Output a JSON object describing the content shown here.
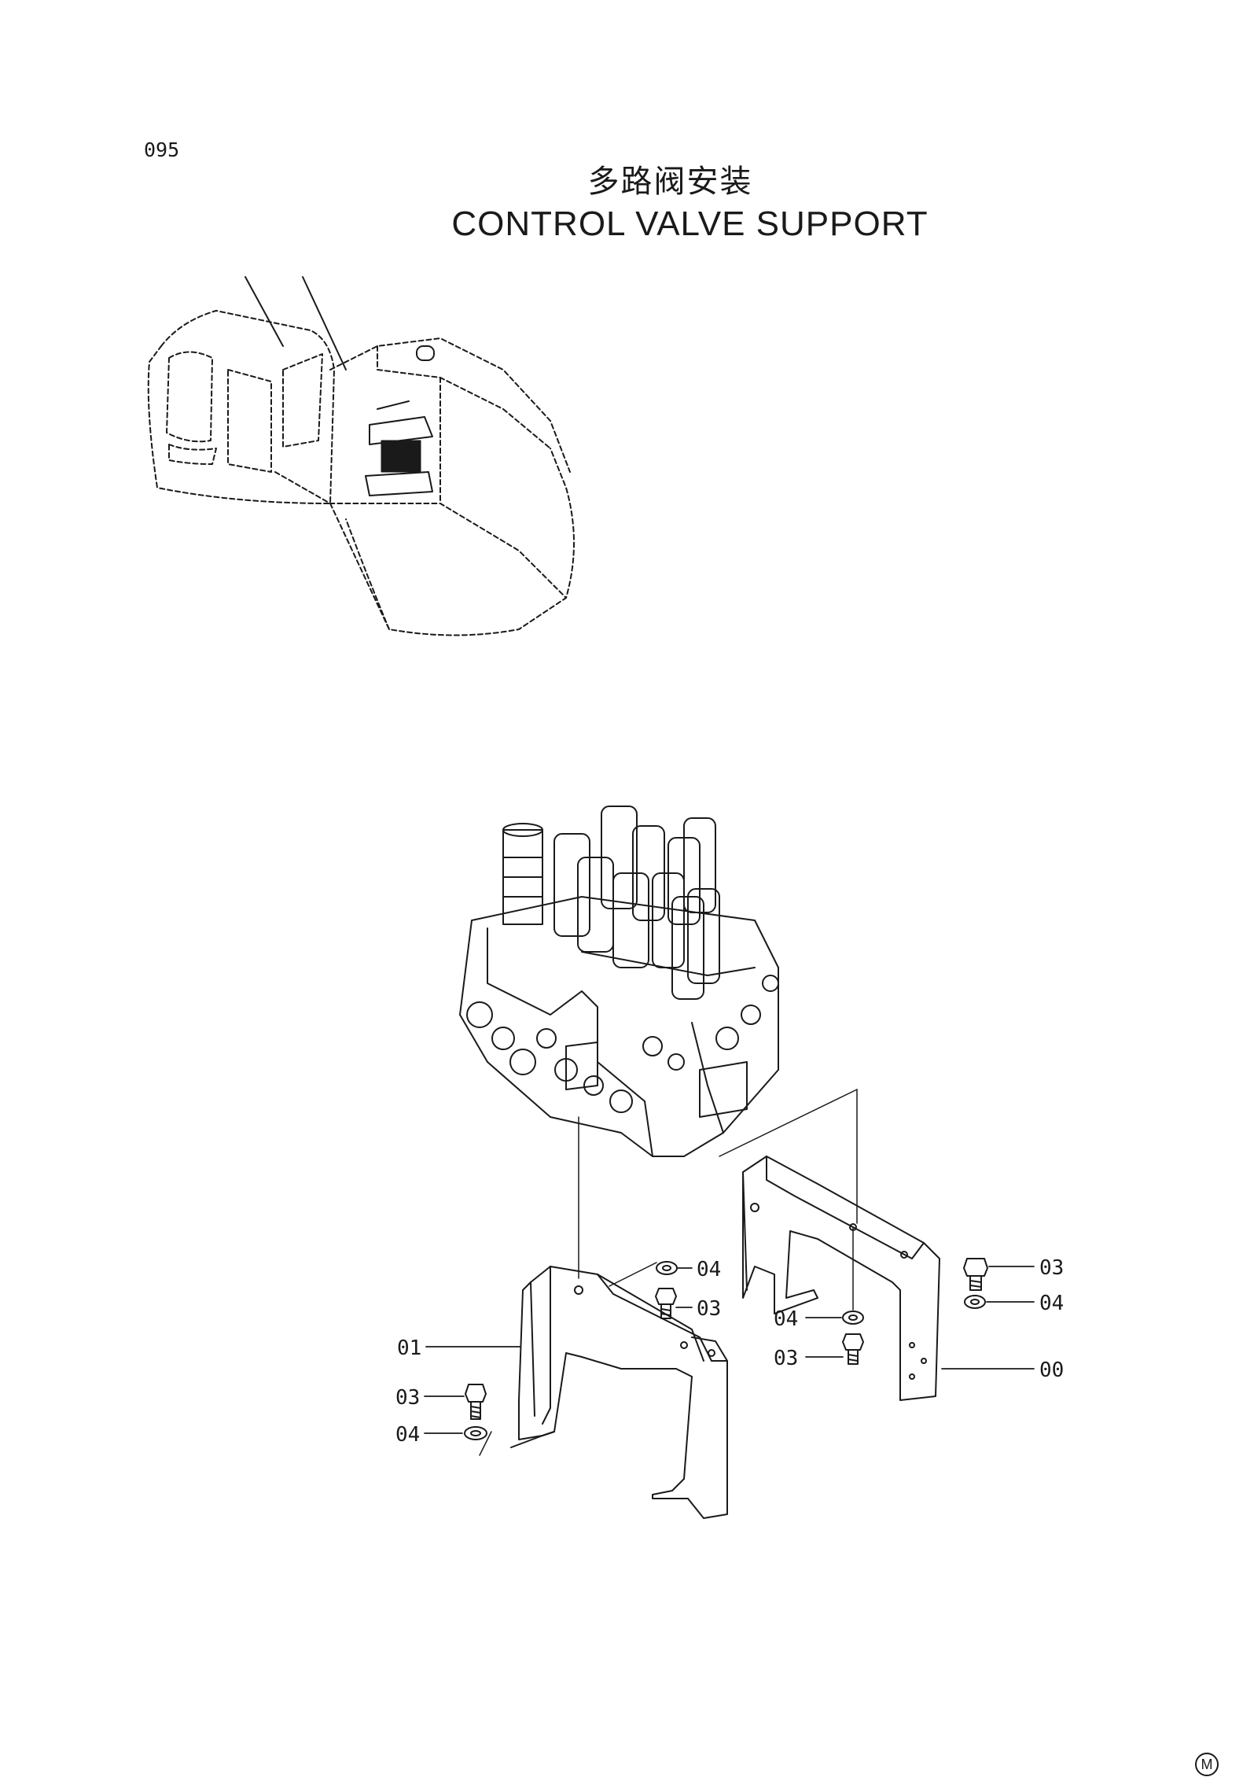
{
  "page_number": "095",
  "title_cn": "多路阀安装",
  "title_en": "CONTROL VALVE SUPPORT",
  "callouts": {
    "c01": "01",
    "c03_left": "03",
    "c04_left": "04",
    "c04_mid": "04",
    "c03_mid": "03",
    "c04_right_low": "04",
    "c03_right_low": "03",
    "c03_far": "03",
    "c04_far": "04",
    "c00": "00"
  },
  "corner_badge": "M"
}
